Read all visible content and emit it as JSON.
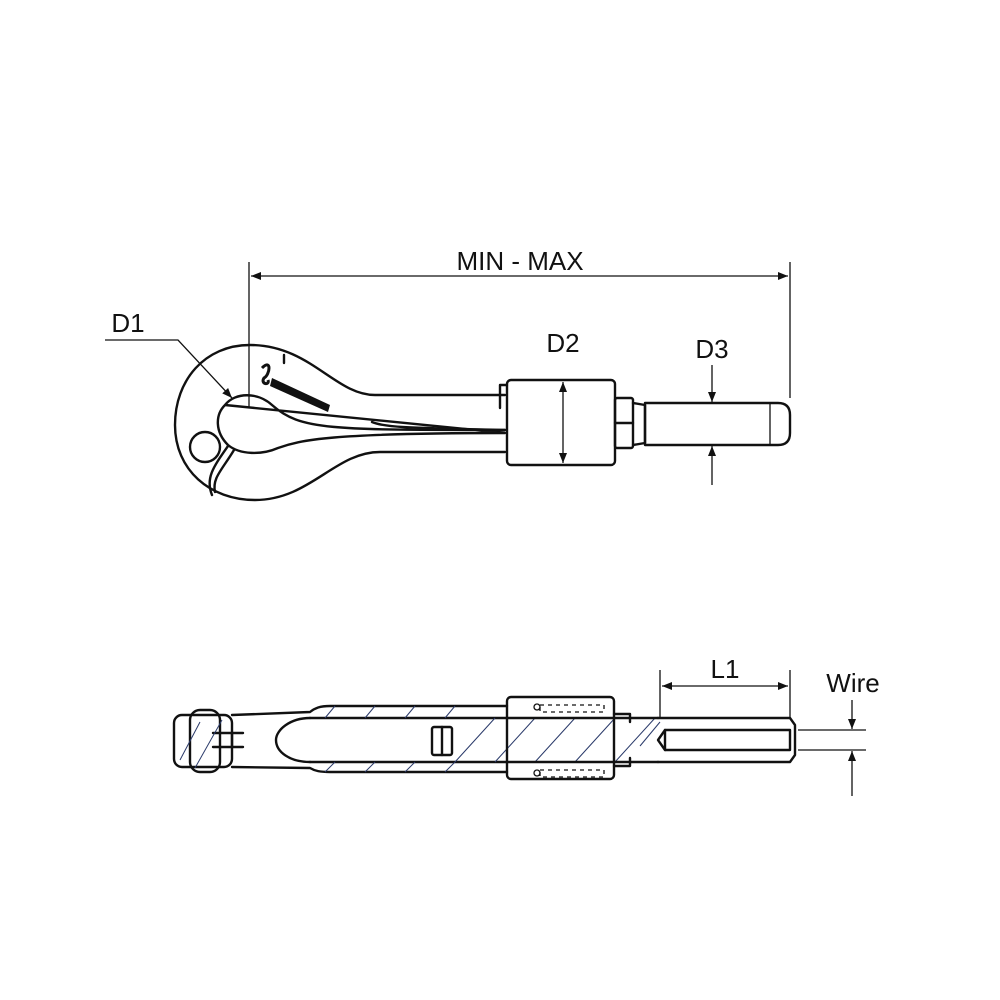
{
  "diagram": {
    "top_view": {
      "overall_length_label": "MIN - MAX",
      "d1_label": "D1",
      "d2_label": "D2",
      "d3_label": "D3"
    },
    "side_view": {
      "l1_label": "L1",
      "wire_label": "Wire"
    },
    "colors": {
      "line": "#111111",
      "hatch": "#2a3a6a",
      "background": "#ffffff"
    }
  }
}
